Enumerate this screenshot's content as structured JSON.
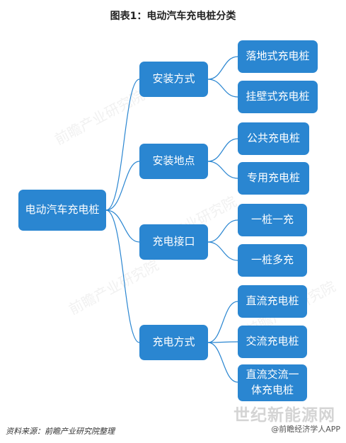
{
  "title": "图表1：电动汽车充电桩分类",
  "root": "电动汽车充电桩",
  "categories": [
    {
      "label": "安装方式",
      "children": [
        "落地式充电桩",
        "挂壁式充电桩"
      ]
    },
    {
      "label": "安装地点",
      "children": [
        "公共充电桩",
        "专用充电桩"
      ]
    },
    {
      "label": "充电接口",
      "children": [
        "一桩一充",
        "一桩多充"
      ]
    },
    {
      "label": "充电方式",
      "children": [
        "直流充电桩",
        "交流充电桩",
        "直流交流一体充电桩"
      ]
    }
  ],
  "source": "资料来源：前瞻产业研究院整理",
  "watermark": {
    "brand": "前瞻产业研究院",
    "site": "世纪新能源网",
    "app": "@前瞻经济学人APP"
  },
  "colors": {
    "box": "#2a86d1",
    "line": "#2a86d1"
  }
}
